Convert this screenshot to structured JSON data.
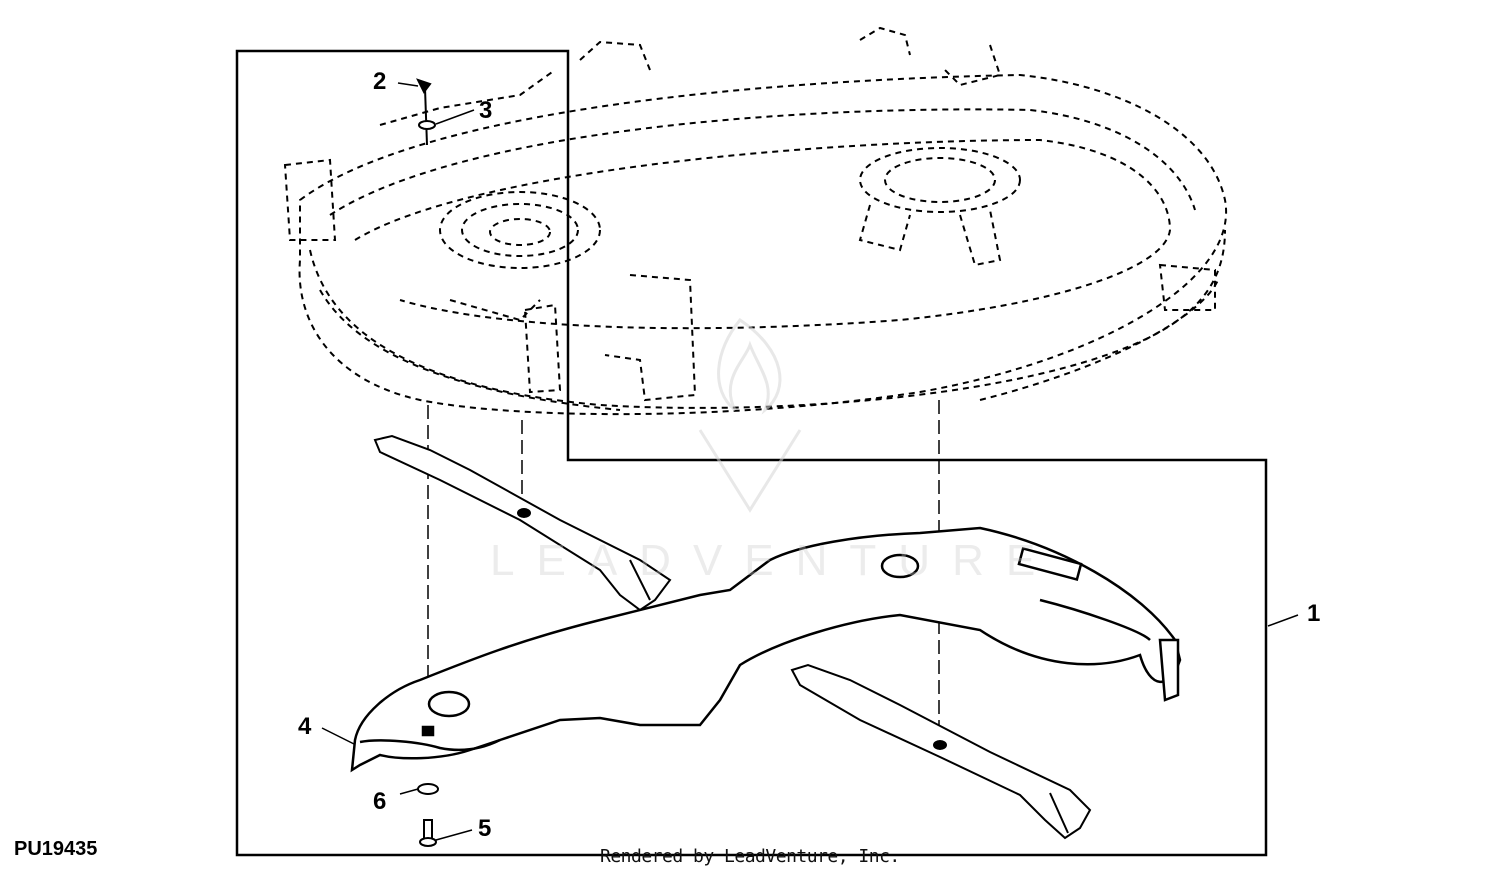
{
  "figure_id": "PU19435",
  "credit": "Rendered by LeadVenture, Inc.",
  "watermark": "LEADVENTURE",
  "callouts": {
    "c1": "1",
    "c2": "2",
    "c3": "3",
    "c4": "4",
    "c5": "5",
    "c6": "6"
  },
  "colors": {
    "line": "#000000",
    "background": "#ffffff",
    "watermark": "#d0d0d0"
  }
}
